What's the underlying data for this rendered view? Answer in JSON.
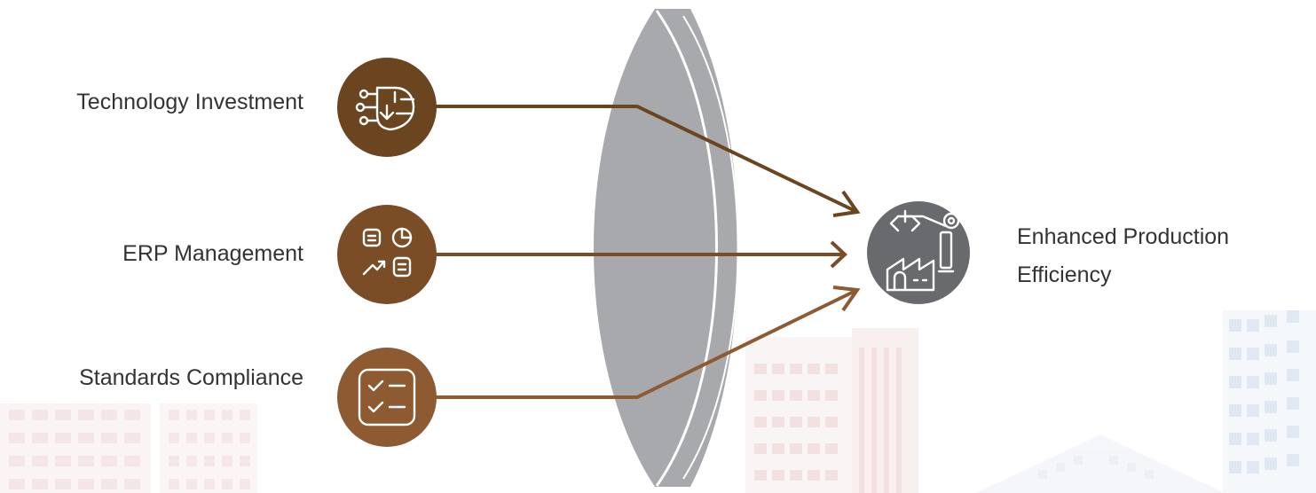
{
  "inputs": [
    {
      "label": "Technology Investment",
      "icon": "ai-brain-circuit-icon",
      "color": "#6b4420"
    },
    {
      "label": "ERP Management",
      "icon": "erp-dashboard-icon",
      "color": "#7a4d27"
    },
    {
      "label": "Standards Compliance",
      "icon": "checklist-icon",
      "color": "#8e5a31"
    }
  ],
  "output": {
    "label_line1": "Enhanced Production",
    "label_line2": "Efficiency",
    "icon": "robotic-factory-icon",
    "color": "#686a6d"
  },
  "lens_color": "#a7a9ac",
  "background_watermark": "faded building illustrations"
}
